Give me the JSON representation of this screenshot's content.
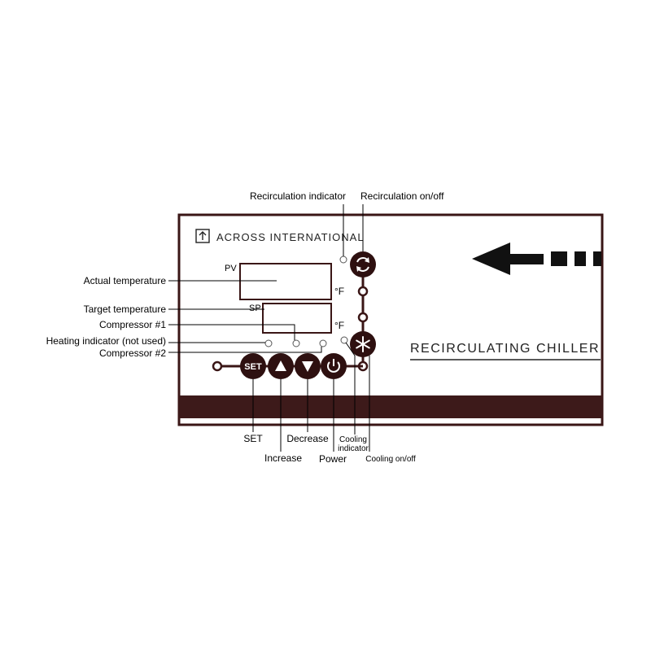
{
  "brand": {
    "name": "ACROSS INTERNATIONAL"
  },
  "panel": {
    "title": "RECIRCULATING CHILLER",
    "pv_label": "PV",
    "sp_label": "SP",
    "unit_top": "°F",
    "unit_bottom": "°F",
    "set_label": "SET"
  },
  "labels": {
    "recirculation_indicator": "Recirculation indicator",
    "recirculation_onoff": "Recirculation on/off",
    "actual_temperature": "Actual temperature",
    "target_temperature": "Target temperature",
    "compressor_1": "Compressor #1",
    "heating_indicator": "Heating indicator (not used)",
    "compressor_2": "Compressor #2",
    "set": "SET",
    "increase": "Increase",
    "decrease": "Decrease",
    "power": "Power",
    "cooling_indicator_line1": "Cooling",
    "cooling_indicator_line2": "indicator",
    "cooling_onoff": "Cooling on/off"
  },
  "icons": {
    "brand_logo": "up-arrow-box-icon",
    "recirculation": "recirculation-icon",
    "cooling": "snowflake-icon",
    "increase": "triangle-up-icon",
    "decrease": "triangle-down-icon",
    "power": "power-icon",
    "flow_arrow": "left-arrow-icon"
  },
  "colors": {
    "panel_border": "#3a1616",
    "button_fill": "#2e1010",
    "bottom_band": "#3d1a1a",
    "connector": "#3a1616"
  }
}
